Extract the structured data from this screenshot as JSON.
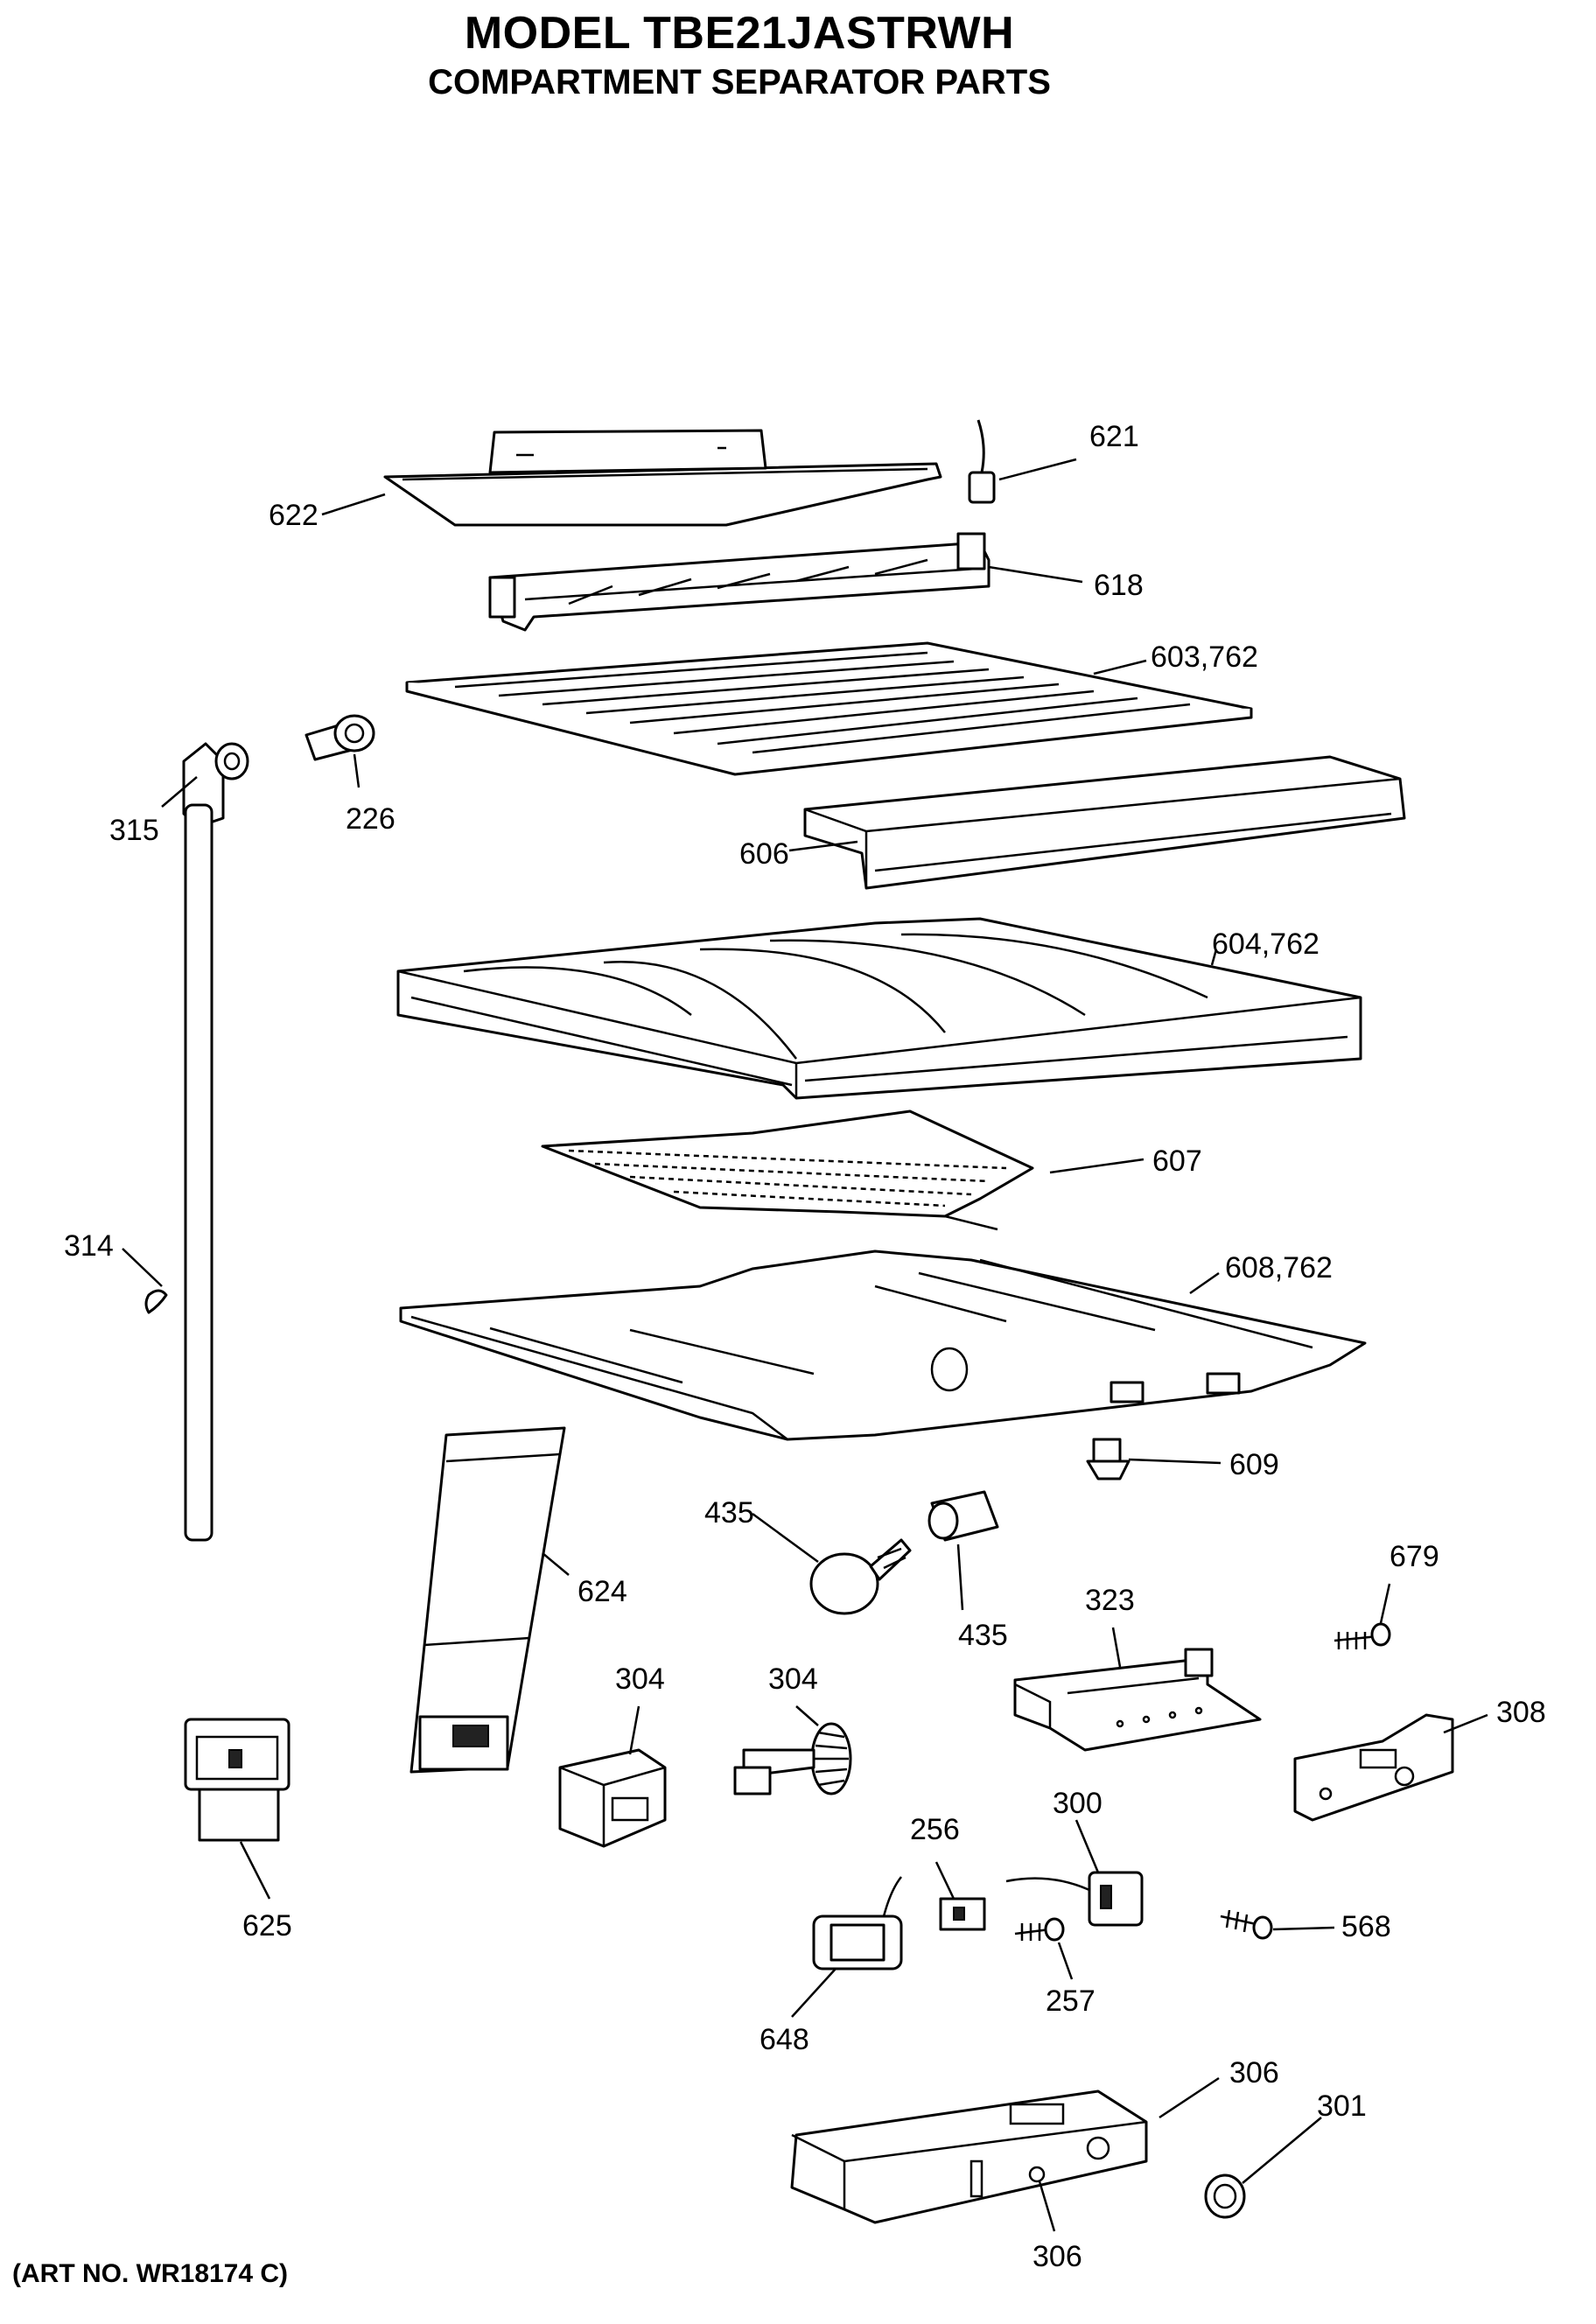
{
  "header": {
    "title": "MODEL TBE21JASTRWH",
    "subtitle": "COMPARTMENT SEPARATOR PARTS"
  },
  "footer": {
    "art_number": "(ART NO. WR18174 C)"
  },
  "callouts": {
    "c621": "621",
    "c622": "622",
    "c618": "618",
    "c603": "603,762",
    "c315": "315",
    "c226": "226",
    "c606": "606",
    "c604": "604,762",
    "c607": "607",
    "c314": "314",
    "c608": "608,762",
    "c609": "609",
    "c435a": "435",
    "c435b": "435",
    "c624": "624",
    "c679": "679",
    "c323": "323",
    "c304a": "304",
    "c304b": "304",
    "c308": "308",
    "c625": "625",
    "c256": "256",
    "c300": "300",
    "c568": "568",
    "c257": "257",
    "c648": "648",
    "c306a": "306",
    "c301": "301",
    "c306b": "306"
  }
}
